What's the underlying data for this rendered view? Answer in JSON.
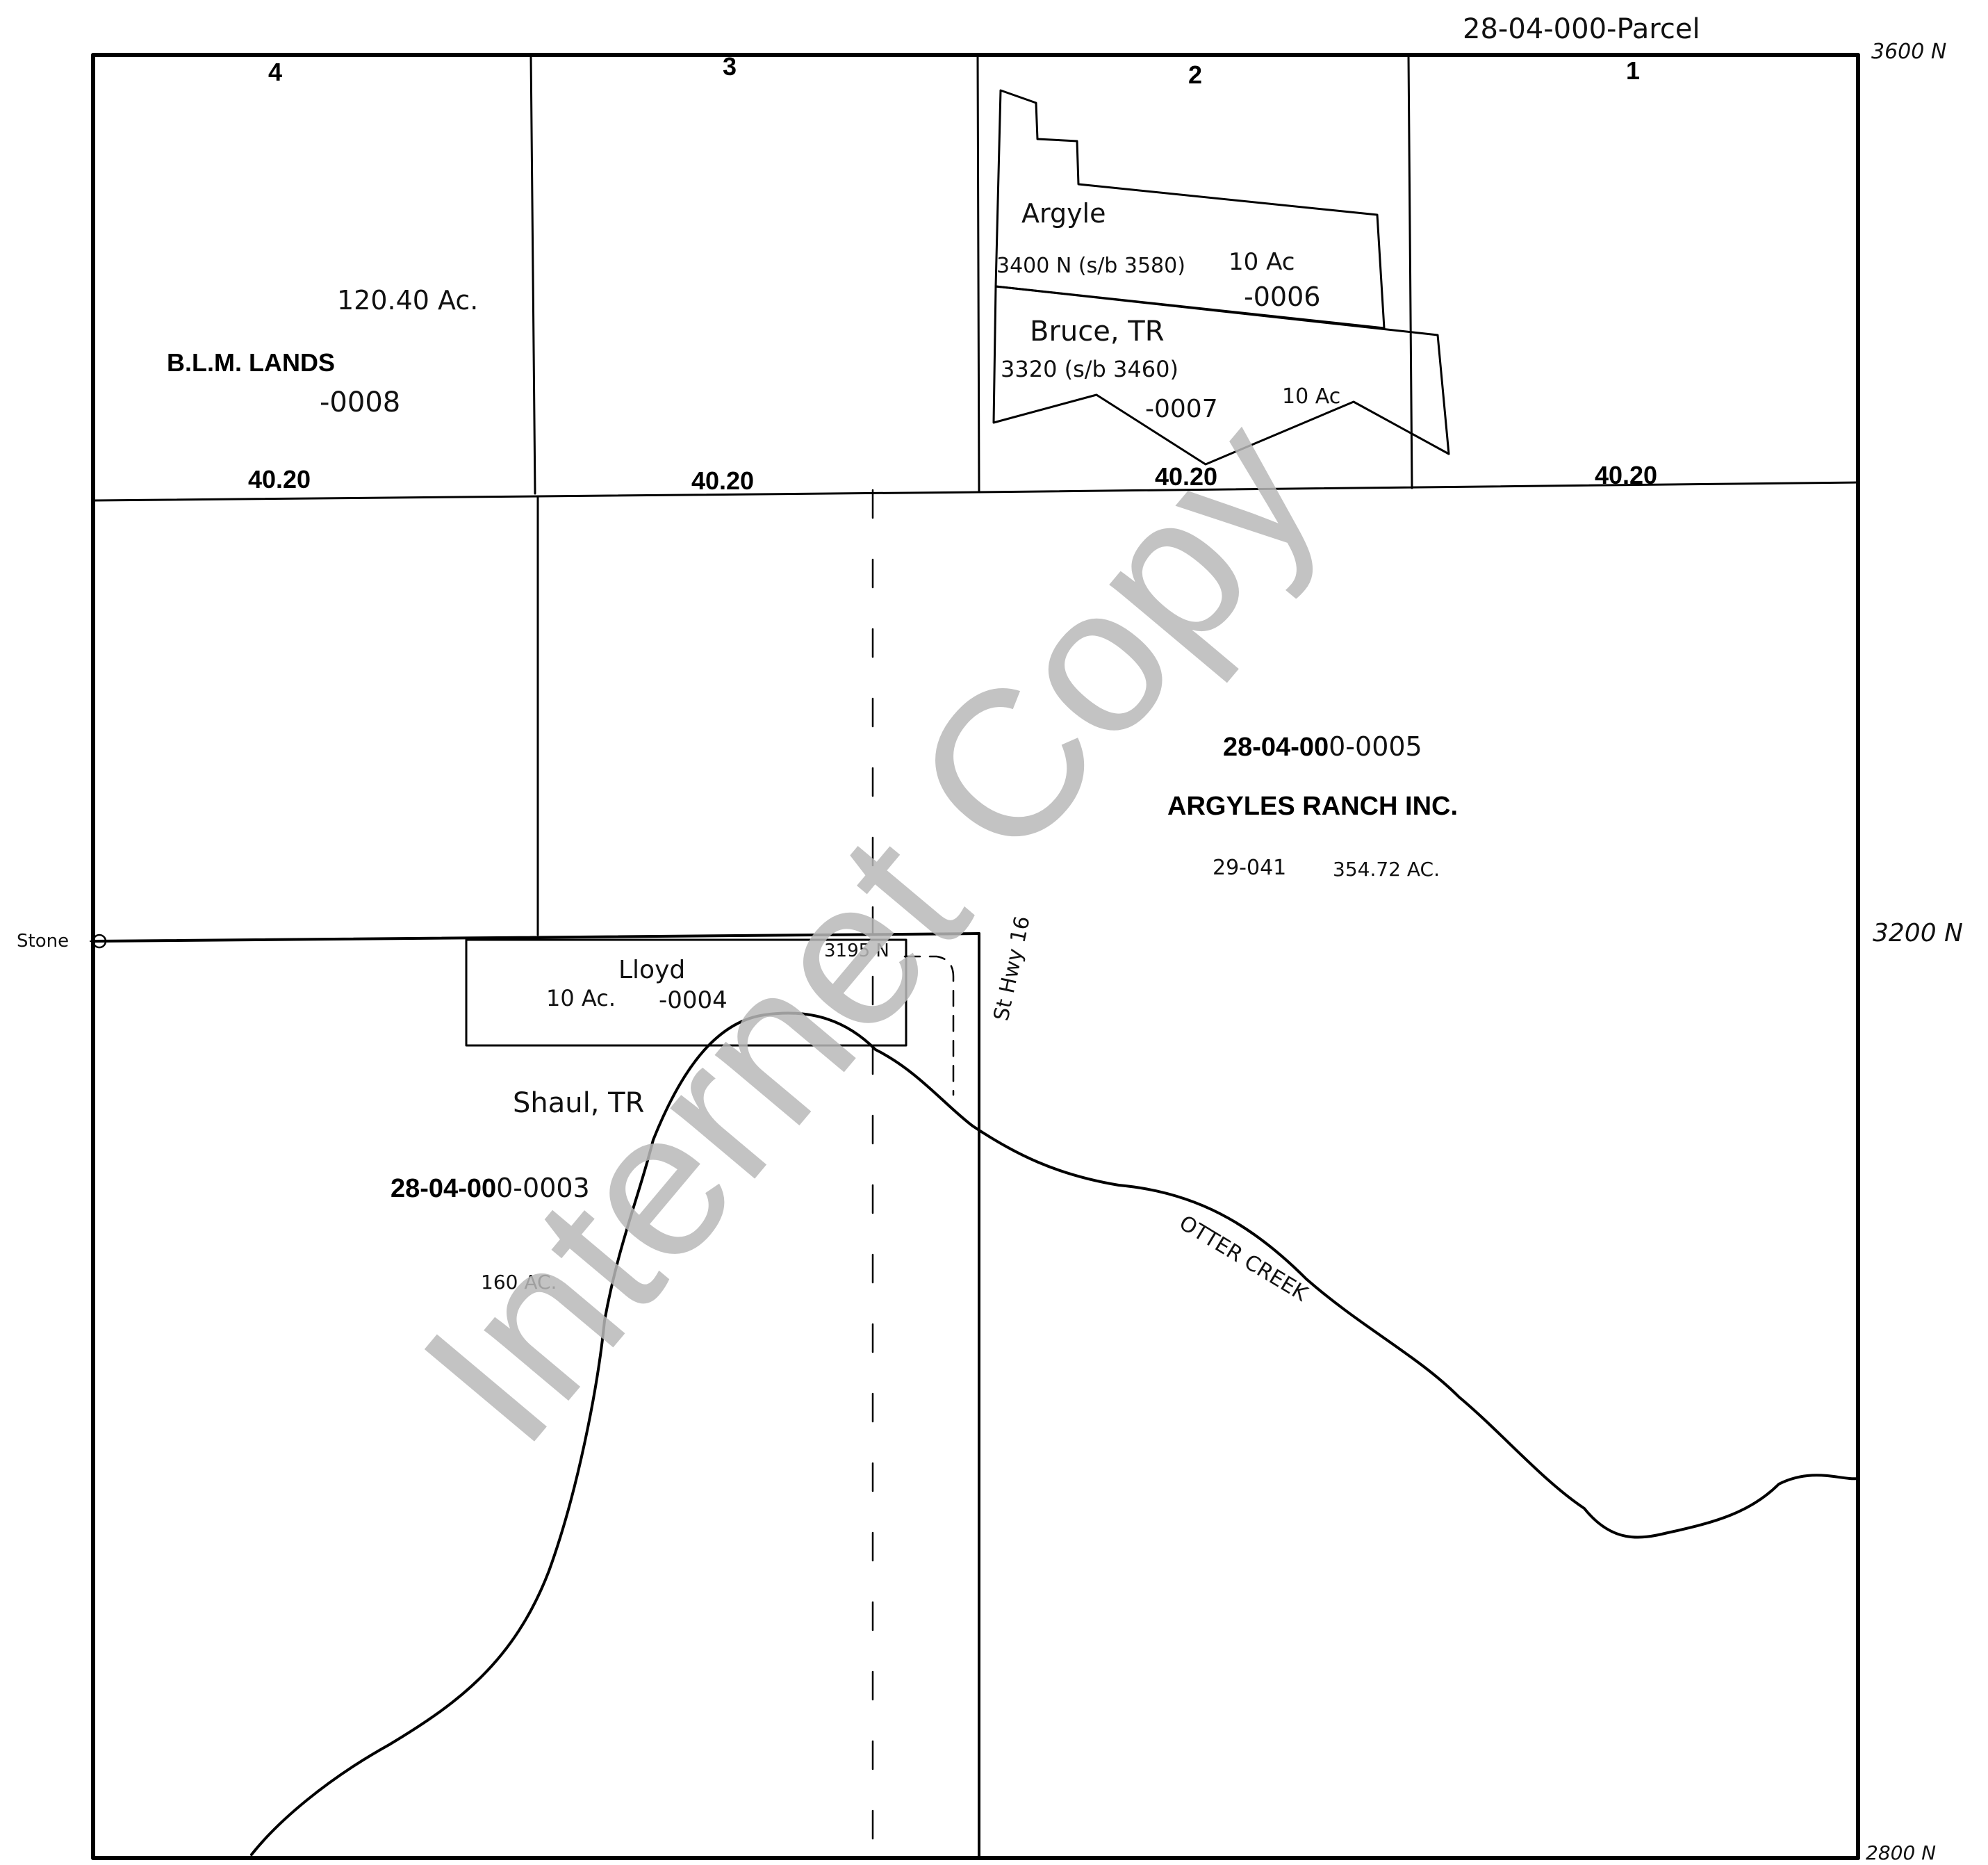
{
  "header": {
    "parcel_series": "28-04-000-Parcel"
  },
  "margin_labels": {
    "north_top": "3600 N",
    "north_mid": "3200 N",
    "north_bottom": "2800 N",
    "stone": "Stone"
  },
  "lots": {
    "lot_4": {
      "number": "4",
      "acreage": "40.20"
    },
    "lot_3": {
      "number": "3",
      "acreage": "40.20"
    },
    "lot_2": {
      "number": "2",
      "acreage": "40.20"
    },
    "lot_1": {
      "number": "1",
      "acreage": "40.20"
    }
  },
  "parcels": {
    "blm": {
      "owner": "B.L.M. LANDS",
      "acreage": "120.40 Ac.",
      "suffix": "-0008"
    },
    "argyle": {
      "owner": "Argyle",
      "address": "3400 N (s/b 3580)",
      "acreage": "10 Ac",
      "suffix": "-0006"
    },
    "bruce": {
      "owner": "Bruce, TR",
      "address": "3320 (s/b 3460)",
      "acreage": "10 Ac",
      "suffix": "-0007"
    },
    "argyles_ranch": {
      "number_printed": "28-04-00",
      "number_hand": "0-0005",
      "owner": "ARGYLES RANCH INC.",
      "code": "29-041",
      "acreage": "354.72 AC."
    },
    "lloyd": {
      "owner": "Lloyd",
      "acreage": "10 Ac.",
      "suffix": "-0004",
      "address": "3195 N"
    },
    "shaul": {
      "owner": "Shaul, TR",
      "number_printed": "28-04-00",
      "number_hand": "0-0003",
      "acreage": "160 AC."
    }
  },
  "features": {
    "creek": "OTTER CREEK",
    "highway": "St Hwy 16"
  },
  "watermark": "Internet Copy"
}
